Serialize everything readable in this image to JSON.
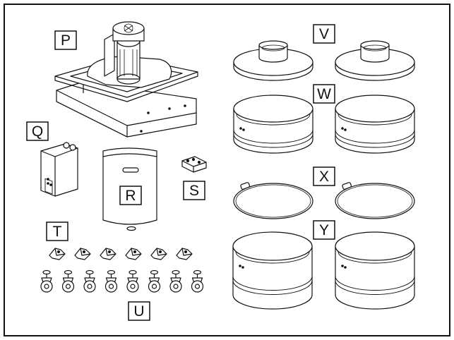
{
  "figure": {
    "labels": {
      "P": "P",
      "Q": "Q",
      "R": "R",
      "S": "S",
      "T": "T",
      "U": "U",
      "V": "V",
      "W": "W",
      "X": "X",
      "Y": "Y"
    },
    "counts": {
      "lids": 2,
      "drums_upper": 2,
      "clamp_rings": 2,
      "drums_lower": 2,
      "brackets": 6,
      "casters": 8
    },
    "colors": {
      "line": "#111111",
      "background": "#ffffff"
    }
  }
}
